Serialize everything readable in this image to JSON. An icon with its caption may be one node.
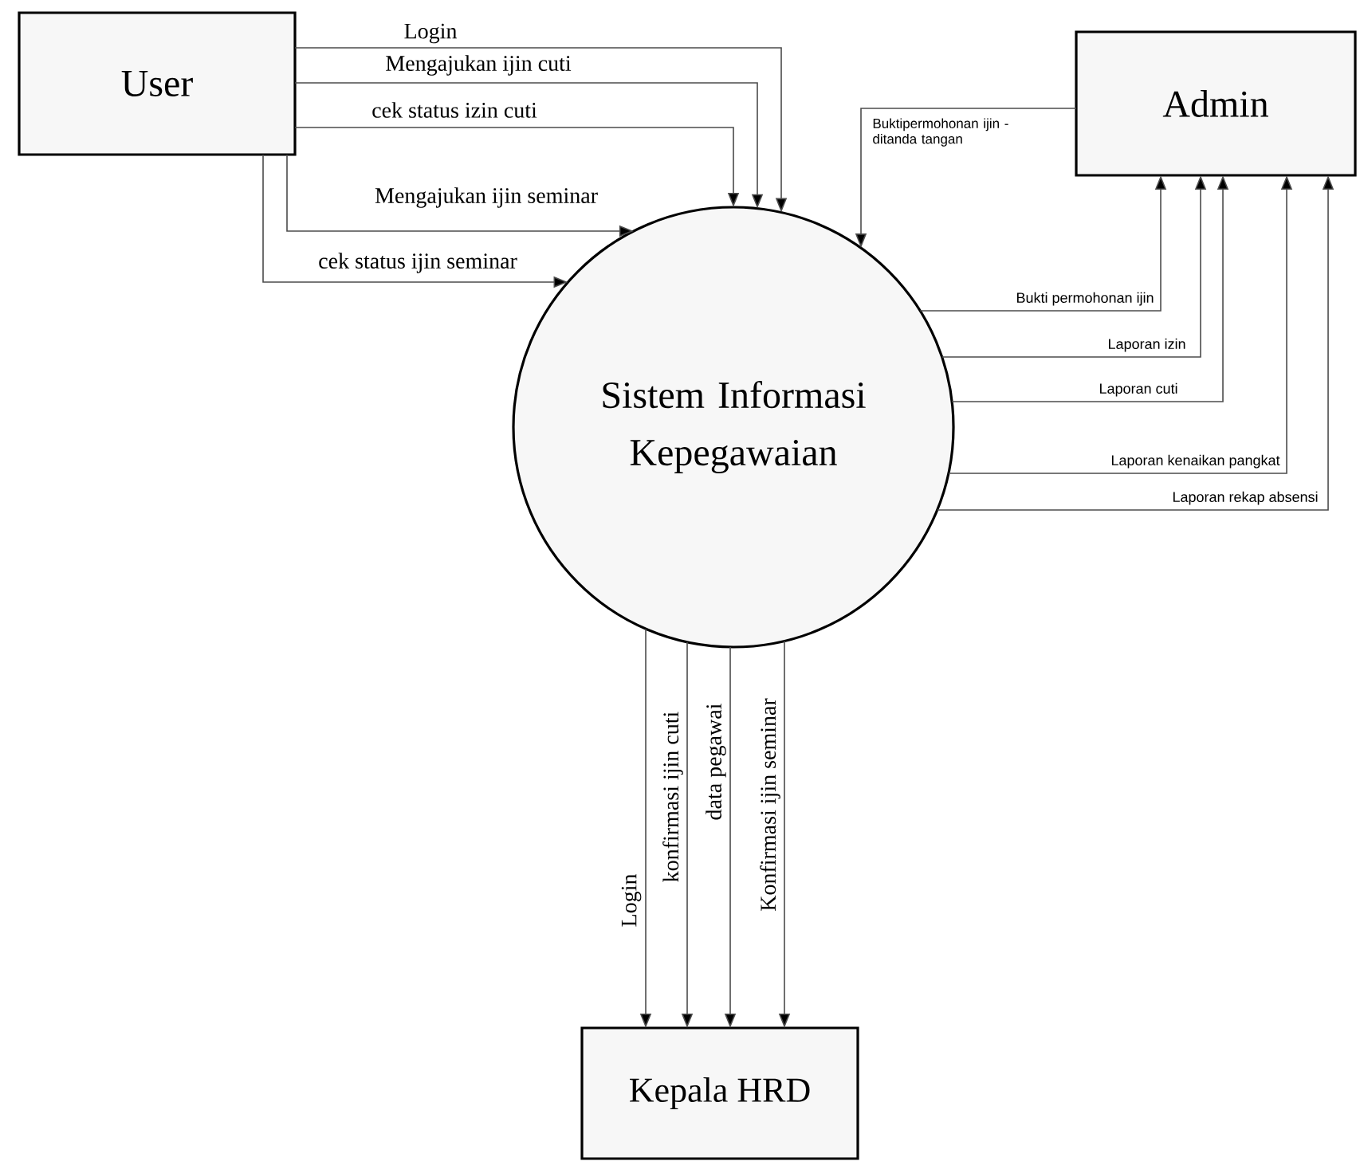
{
  "diagram": {
    "nodes": [
      {
        "text": [
          "User"
        ]
      },
      {
        "text": [
          "Sistem Informasi Kepegawaian"
        ]
      },
      {
        "text": [
          "Admin"
        ]
      },
      {
        "text": [
          "Kepala HRD"
        ]
      }
    ],
    "edges": [
      {
        "from": 0,
        "to": 1,
        "arrow": "to",
        "label": "Login"
      },
      {
        "from": 0,
        "to": 1,
        "arrow": "to",
        "label": "Mengajukan ijin cuti"
      },
      {
        "from": 0,
        "to": 1,
        "arrow": "to",
        "label": "cek status izin cuti"
      },
      {
        "from": 0,
        "to": 1,
        "arrow": "to",
        "label": "Mengajukan ijin seminar"
      },
      {
        "from": 0,
        "to": 1,
        "arrow": "to",
        "label": "cek status ijin seminar"
      },
      {
        "from": 2,
        "to": 1,
        "arrow": "to",
        "label": "Buktipermohonan ijin -ditanda tangan"
      },
      {
        "from": 1,
        "to": 2,
        "arrow": "to",
        "label": "Bukti permohonan ijin"
      },
      {
        "from": 1,
        "to": 2,
        "arrow": "to",
        "label": "Laporan izin"
      },
      {
        "from": 1,
        "to": 2,
        "arrow": "to",
        "label": "Laporan cuti"
      },
      {
        "from": 1,
        "to": 2,
        "arrow": "to",
        "label": "Laporan kenaikan pangkat"
      },
      {
        "from": 1,
        "to": 2,
        "arrow": "to",
        "label": "Laporan rekap absensi"
      },
      {
        "from": 1,
        "to": 3,
        "arrow": "to",
        "label": "Login"
      },
      {
        "from": 1,
        "to": 3,
        "arrow": "to",
        "label": "konfirmasi ijin cuti"
      },
      {
        "from": 1,
        "to": 3,
        "arrow": "to",
        "label": "data pegawai"
      },
      {
        "from": 1,
        "to": 3,
        "arrow": "to",
        "label": "Konfirmasi ijin seminar"
      }
    ]
  }
}
